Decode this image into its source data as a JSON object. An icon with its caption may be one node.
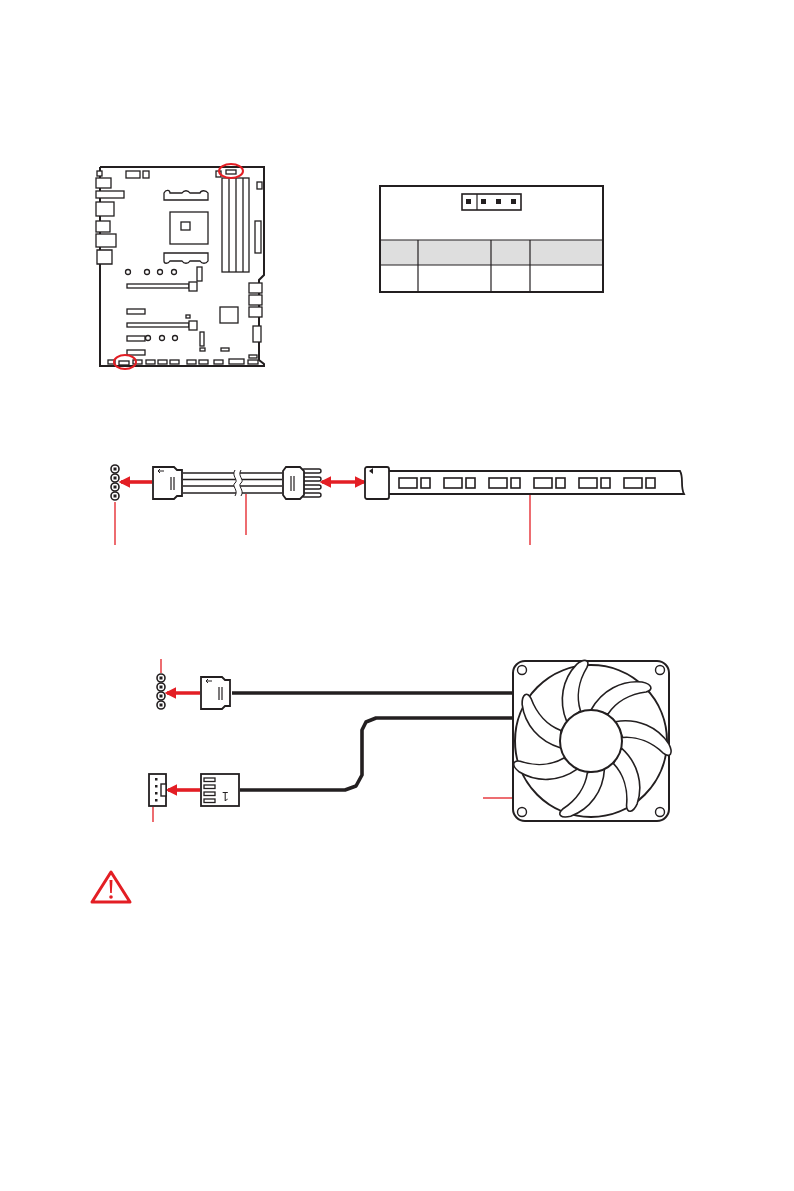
{
  "diagram": {
    "nodes": [
      {
        "text": [],
        "shape": "circle"
      },
      {
        "text": [],
        "shape": "box"
      },
      {
        "text": [],
        "shape": "bar"
      },
      {
        "text": [],
        "shape": "box"
      },
      {
        "text": [],
        "shape": "bar"
      },
      {
        "text": [],
        "shape": "circle"
      },
      {
        "text": [],
        "shape": "box"
      },
      {
        "text": [],
        "shape": "box"
      },
      {
        "text": [
          "1"
        ]
      },
      {
        "text": [],
        "shape": "box"
      }
    ],
    "edges": [
      {
        "from": 1,
        "to": 0,
        "arrow": "to",
        "style": "thick"
      },
      {
        "from": 3,
        "to": 4,
        "arrow": "both",
        "style": "thick"
      },
      {
        "from": null,
        "to": 0,
        "arrow": "none"
      },
      {
        "from": null,
        "to": 2,
        "arrow": "none"
      },
      {
        "from": null,
        "to": 4,
        "arrow": "none"
      },
      {
        "from": 6,
        "to": 5,
        "arrow": "to",
        "style": "thick"
      },
      {
        "from": 8,
        "to": 7,
        "arrow": "to",
        "style": "thick"
      },
      {
        "from": null,
        "to": 5,
        "arrow": "none"
      },
      {
        "from": null,
        "to": 7,
        "arrow": "none"
      },
      {
        "from": null,
        "to": 9,
        "arrow": "none"
      },
      {
        "from": 6,
        "to": 9,
        "arrow": "none",
        "style": "thick",
        "color": "#231f20"
      },
      {
        "from": 8,
        "to": 9,
        "arrow": "none",
        "style": "thick",
        "color": "#231f20"
      }
    ]
  }
}
